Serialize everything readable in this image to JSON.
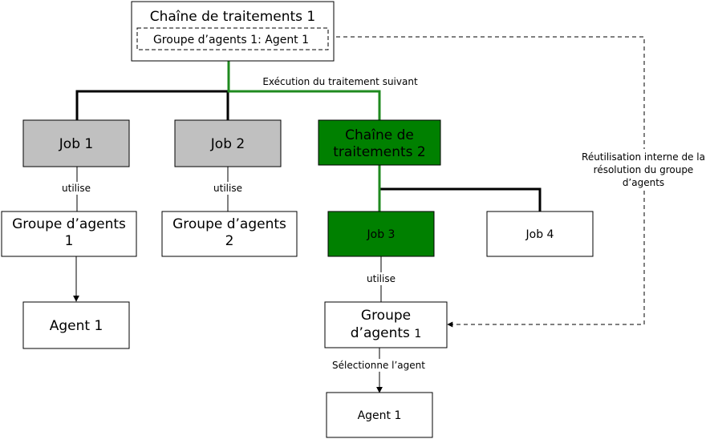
{
  "colors": {
    "gray_box": "#c0c0c0",
    "green_box": "#008000",
    "green_line": "#1f8a1f"
  },
  "nodes": {
    "root": {
      "line1": "Chaîne de traitements 1",
      "inner": "Groupe d’agents 1: Agent 1"
    },
    "job1": {
      "label": "Job 1"
    },
    "job2": {
      "label": "Job 2"
    },
    "chain2": {
      "line1": "Chaîne de",
      "line2": "traitements 2"
    },
    "group1": {
      "line1": "Groupe d’agents",
      "line2": "1"
    },
    "group2": {
      "line1": "Groupe d’agents",
      "line2": "2"
    },
    "job3": {
      "label": "Job 3"
    },
    "job4": {
      "label": "Job 4"
    },
    "agent1_left": {
      "label": "Agent 1"
    },
    "group_right": {
      "line1": "Groupe",
      "line2": "d’agents ",
      "line2_num": "1"
    },
    "agent1_bottom": {
      "label": "Agent 1"
    }
  },
  "labels": {
    "next": "Exécution du traitement suivant",
    "uses_1": "utilise",
    "uses_2": "utilise",
    "uses_3": "utilise",
    "select": "Sélectionne l’agent",
    "reuse_l1": "Réutilisation interne de la",
    "reuse_l2": "résolution du groupe",
    "reuse_l3": "d’agents"
  }
}
